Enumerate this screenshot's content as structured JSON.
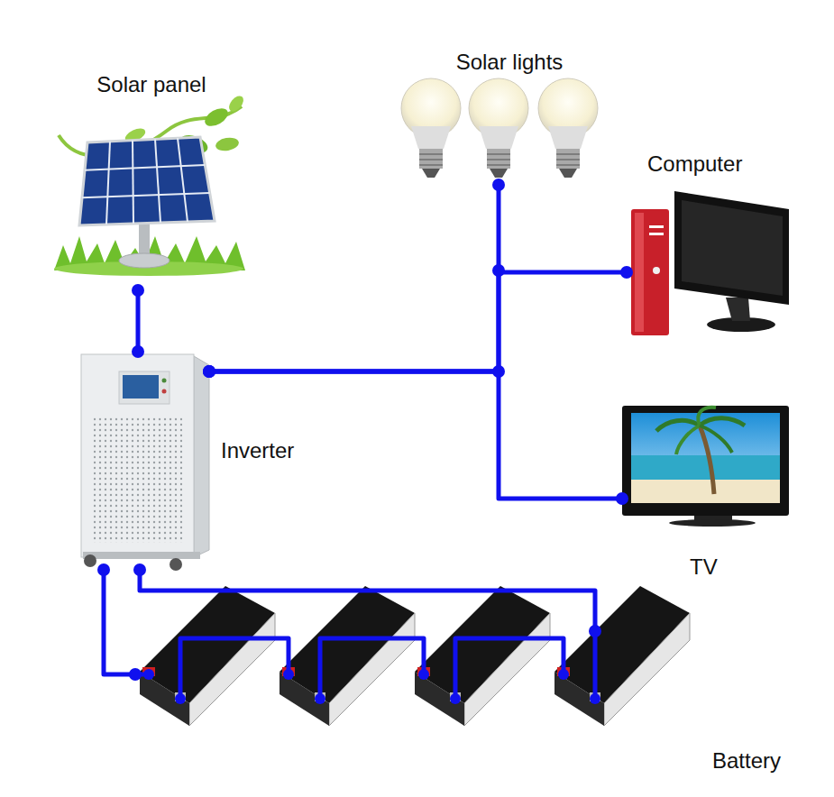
{
  "diagram": {
    "nodes": [
      {
        "text": [
          "Solar panel"
        ]
      },
      {
        "text": [
          "Solar lights"
        ]
      },
      {
        "text": [
          "Computer"
        ]
      },
      {
        "text": [
          "Inverter"
        ]
      },
      {
        "text": [
          "TV"
        ]
      },
      {
        "text": [
          "Battery"
        ]
      }
    ],
    "edges": [
      {
        "from": 0,
        "to": 3,
        "arrow": "none"
      },
      {
        "from": 3,
        "to": 1,
        "arrow": "none"
      },
      {
        "from": 3,
        "to": 2,
        "arrow": "none"
      },
      {
        "from": 3,
        "to": 4,
        "arrow": "none"
      },
      {
        "from": 3,
        "to": 5,
        "arrow": "none"
      },
      {
        "from": 3,
        "to": 5,
        "arrow": "none"
      }
    ]
  }
}
